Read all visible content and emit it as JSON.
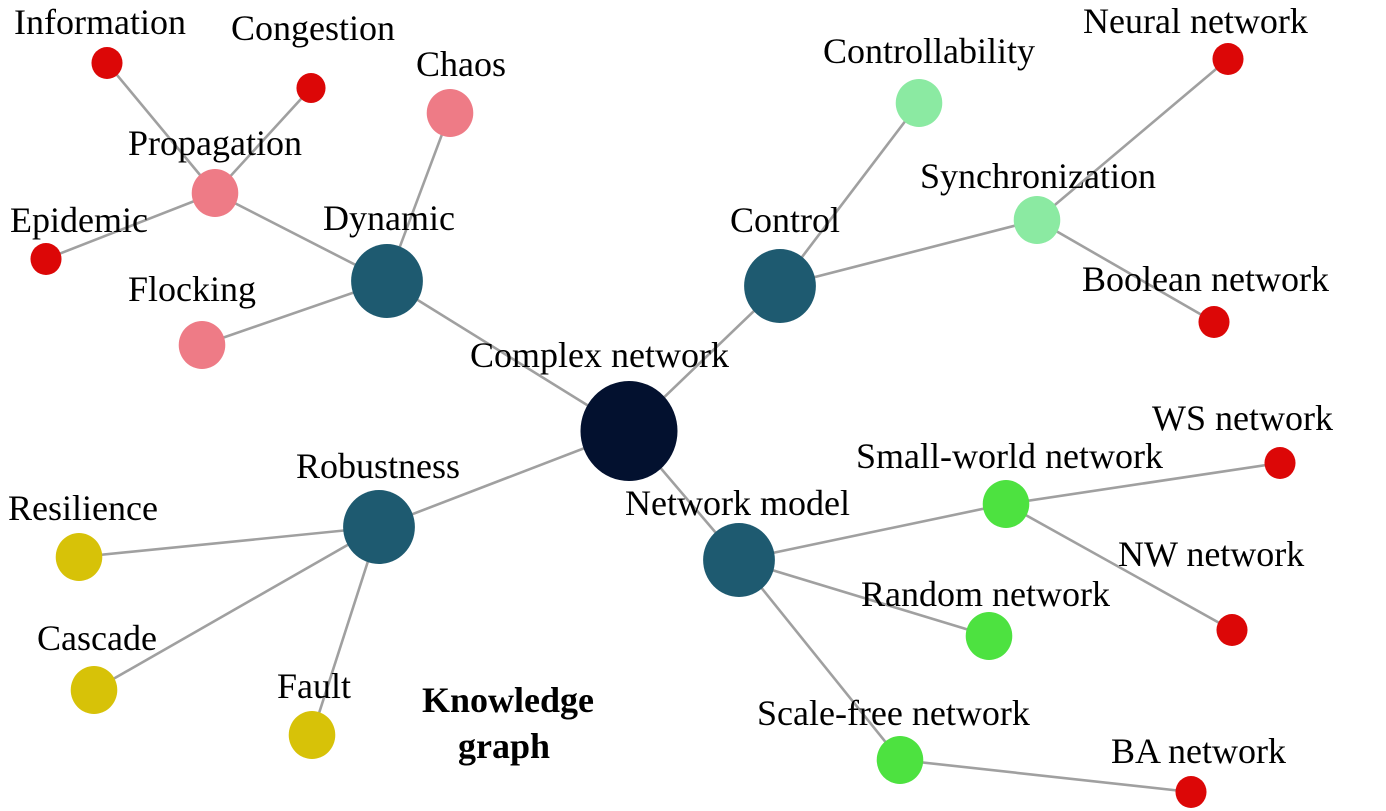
{
  "diagram": {
    "caption": [
      "Knowledge",
      "graph"
    ],
    "palette": {
      "root": "#03112f",
      "category": "#1e5a70",
      "dynamic_sub": "#ee7b86",
      "control_sub": "#8beaa2",
      "robustness_sub": "#d7c208",
      "model_sub": "#4de240",
      "leaf": "#dc0707",
      "edge": "#a0a0a0"
    },
    "nodes": [
      {
        "id": "complex-network",
        "label": "Complex network",
        "group": "root"
      },
      {
        "id": "dynamic",
        "label": "Dynamic",
        "group": "category"
      },
      {
        "id": "control",
        "label": "Control",
        "group": "category"
      },
      {
        "id": "robustness",
        "label": "Robustness",
        "group": "category"
      },
      {
        "id": "network-model",
        "label": "Network model",
        "group": "category"
      },
      {
        "id": "propagation",
        "label": "Propagation",
        "group": "dynamic_sub"
      },
      {
        "id": "chaos",
        "label": "Chaos",
        "group": "dynamic_sub"
      },
      {
        "id": "flocking",
        "label": "Flocking",
        "group": "dynamic_sub"
      },
      {
        "id": "information",
        "label": "Information",
        "group": "leaf"
      },
      {
        "id": "congestion",
        "label": "Congestion",
        "group": "leaf"
      },
      {
        "id": "epidemic",
        "label": "Epidemic",
        "group": "leaf"
      },
      {
        "id": "controllability",
        "label": "Controllability",
        "group": "control_sub"
      },
      {
        "id": "synchronization",
        "label": "Synchronization",
        "group": "control_sub"
      },
      {
        "id": "neural-network",
        "label": "Neural network",
        "group": "leaf"
      },
      {
        "id": "boolean-network",
        "label": "Boolean network",
        "group": "leaf"
      },
      {
        "id": "resilience",
        "label": "Resilience",
        "group": "robustness_sub"
      },
      {
        "id": "cascade",
        "label": "Cascade",
        "group": "robustness_sub"
      },
      {
        "id": "fault",
        "label": "Fault",
        "group": "robustness_sub"
      },
      {
        "id": "small-world-network",
        "label": "Small-world network",
        "group": "model_sub"
      },
      {
        "id": "random-network",
        "label": "Random network",
        "group": "model_sub"
      },
      {
        "id": "scale-free-network",
        "label": "Scale-free network",
        "group": "model_sub"
      },
      {
        "id": "ws-network",
        "label": "WS network",
        "group": "leaf"
      },
      {
        "id": "nw-network",
        "label": "NW network",
        "group": "leaf"
      },
      {
        "id": "ba-network",
        "label": "BA network",
        "group": "leaf"
      }
    ],
    "edges": [
      [
        "complex-network",
        "dynamic"
      ],
      [
        "complex-network",
        "control"
      ],
      [
        "complex-network",
        "robustness"
      ],
      [
        "complex-network",
        "network-model"
      ],
      [
        "dynamic",
        "propagation"
      ],
      [
        "dynamic",
        "chaos"
      ],
      [
        "dynamic",
        "flocking"
      ],
      [
        "propagation",
        "information"
      ],
      [
        "propagation",
        "congestion"
      ],
      [
        "propagation",
        "epidemic"
      ],
      [
        "control",
        "controllability"
      ],
      [
        "control",
        "synchronization"
      ],
      [
        "synchronization",
        "neural-network"
      ],
      [
        "synchronization",
        "boolean-network"
      ],
      [
        "robustness",
        "resilience"
      ],
      [
        "robustness",
        "cascade"
      ],
      [
        "robustness",
        "fault"
      ],
      [
        "network-model",
        "small-world-network"
      ],
      [
        "network-model",
        "random-network"
      ],
      [
        "network-model",
        "scale-free-network"
      ],
      [
        "small-world-network",
        "ws-network"
      ],
      [
        "small-world-network",
        "nw-network"
      ],
      [
        "scale-free-network",
        "ba-network"
      ]
    ]
  }
}
